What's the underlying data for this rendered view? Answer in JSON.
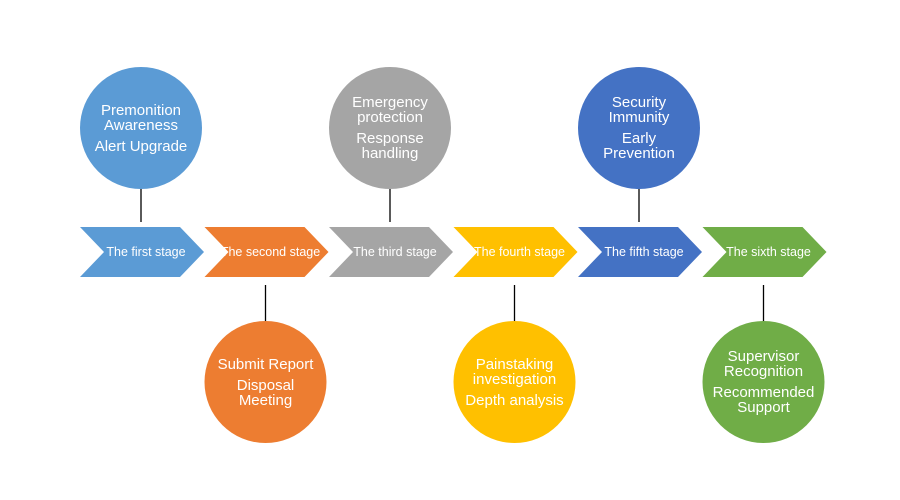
{
  "stages": [
    {
      "label": "The first stage",
      "color": "#5b9bd5",
      "position": "top",
      "circle": {
        "line1": "Premonition\nAwareness",
        "line2": "Alert Upgrade"
      }
    },
    {
      "label": "The second stage",
      "color": "#ed7d31",
      "position": "bottom",
      "circle": {
        "line1": "Submit Report",
        "line2": "Disposal\nMeeting"
      }
    },
    {
      "label": "The third stage",
      "color": "#a5a5a5",
      "position": "top",
      "circle": {
        "line1": "Emergency\nprotection",
        "line2": "Response\nhandling"
      }
    },
    {
      "label": "The fourth stage",
      "color": "#ffc000",
      "position": "bottom",
      "circle": {
        "line1": "Painstaking\ninvestigation",
        "line2": "Depth analysis"
      }
    },
    {
      "label": "The fifth stage",
      "color": "#4472c4",
      "position": "top",
      "circle": {
        "line1": "Security\nImmunity",
        "line2": "Early\nPrevention"
      }
    },
    {
      "label": "The sixth stage",
      "color": "#70ad47",
      "position": "bottom",
      "circle": {
        "line1": "Supervisor\nRecognition",
        "line2": "Recommended\nSupport"
      }
    }
  ],
  "connector_color": "#000000"
}
